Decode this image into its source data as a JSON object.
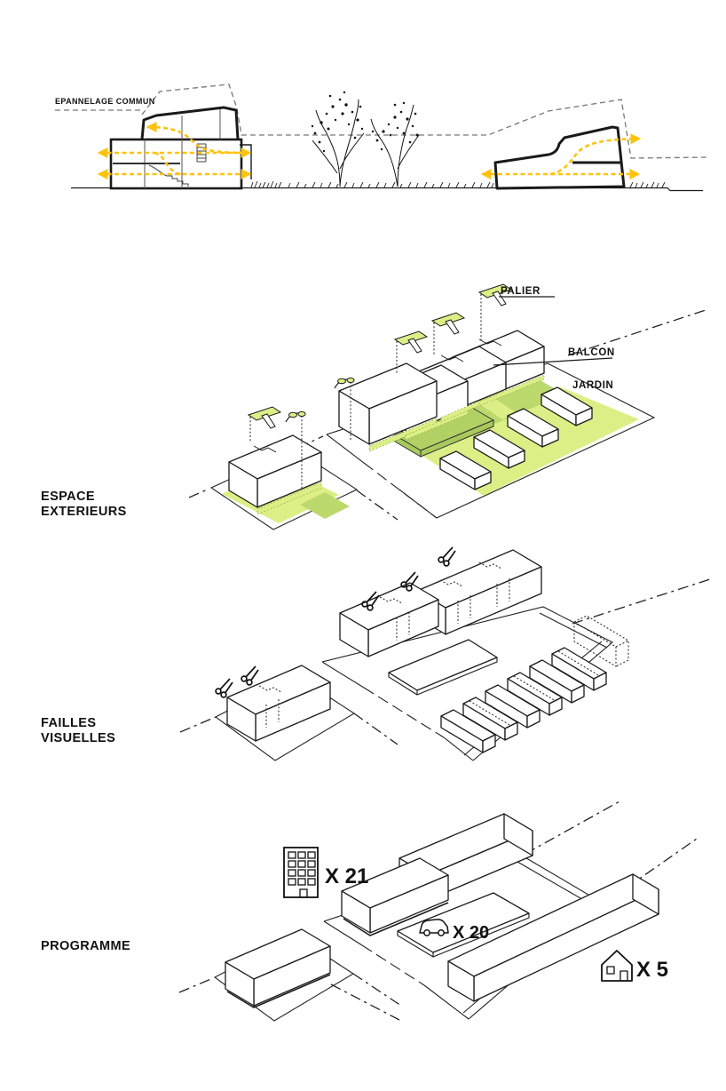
{
  "section_elevation": {
    "label": "EPANNELAGE COMMUN"
  },
  "espace": {
    "title_line1": "ESPACE",
    "title_line2": "EXTERIEURS",
    "annotations": {
      "palier": "PALIER",
      "balcon": "BALCON",
      "jardin": "JARDIN"
    }
  },
  "failles": {
    "title_line1": "FAILLES",
    "title_line2": "VISUELLES"
  },
  "programme": {
    "title": "PROGRAMME",
    "counts": {
      "apartments": "X 21",
      "parking": "X 20",
      "houses": "X 5"
    }
  },
  "colors": {
    "accent_yellow": "#FFC20E",
    "green_light": "#DCEF86",
    "green_dark": "#BCD96E",
    "ink": "#1A1A1A",
    "envelope_gray": "#777777"
  }
}
